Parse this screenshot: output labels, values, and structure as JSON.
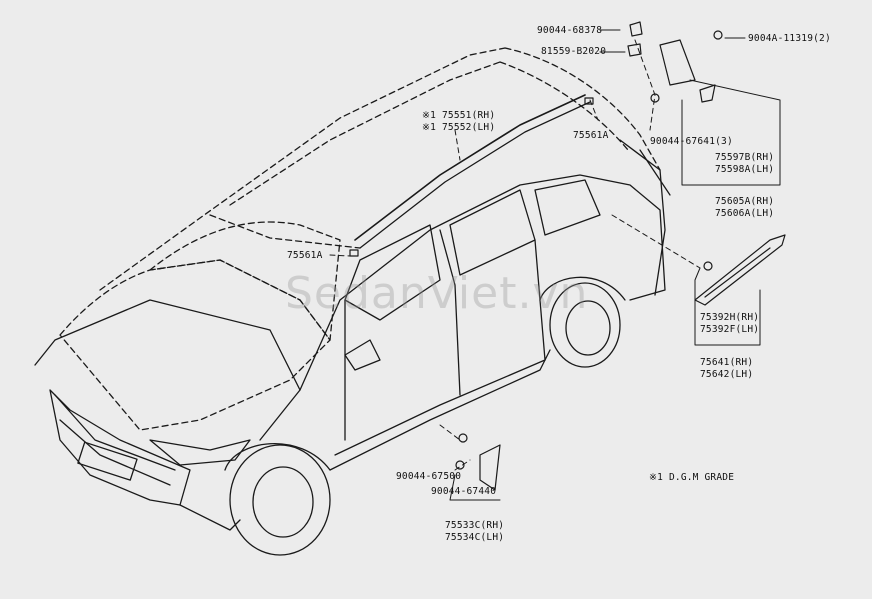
{
  "watermark": "SedanViet.vn",
  "note": "※1 D.G.M GRADE",
  "labels": {
    "p90044_68378": "90044-68378",
    "p81559_b2020": "81559-B2020",
    "p9004a_11319": "9004A-11319(2)",
    "p75551": "※1 75551(RH)",
    "p75552": "※1 75552(LH)",
    "p75561a_top": "75561A",
    "p90044_67641": "90044-67641(3)",
    "p75597b": "75597B(RH)",
    "p75598a": "75598A(LH)",
    "p75605a": "75605A(RH)",
    "p75606a": "75606A(LH)",
    "p75561a_left": "75561A",
    "p75392h": "75392H(RH)",
    "p75392f": "75392F(LH)",
    "p75641": "75641(RH)",
    "p75642": "75642(LH)",
    "p90044_67500": "90044-67500",
    "p90044_67440": "90044-67440",
    "p75533c": "75533C(RH)",
    "p75534c": "75534C(LH)"
  }
}
